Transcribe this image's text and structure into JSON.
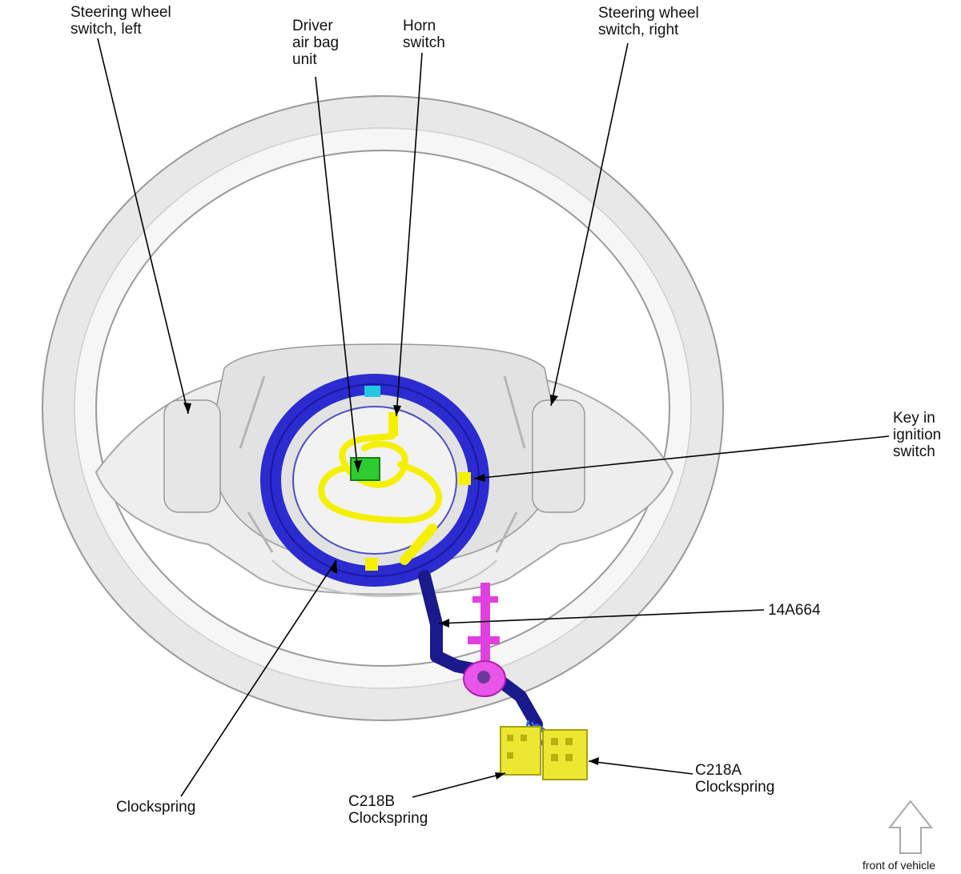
{
  "labels": {
    "steering_left": "Steering wheel\nswitch, left",
    "airbag": "Driver\nair bag\nunit",
    "horn": "Horn\nswitch",
    "steering_right": "Steering wheel\nswitch, right",
    "key_ignition": "Key in\nignition\nswitch",
    "part_number": "14A664",
    "clockspring": "Clockspring",
    "c218b": "C218B\nClockspring",
    "c218a": "C218A\nClockspring",
    "front_of_vehicle": "front of vehicle"
  },
  "colors": {
    "wheel_fill": "#eeeeee",
    "wheel_stroke": "#b0b0b0",
    "clockspring_ring": "#2222cc",
    "horn_wire": "#f5f000",
    "airbag_connector": "#22cc22",
    "ignition_key": "#e040e0",
    "harness": "#1a1a8c",
    "connector": "#e8e020",
    "leader_line": "#000000"
  }
}
